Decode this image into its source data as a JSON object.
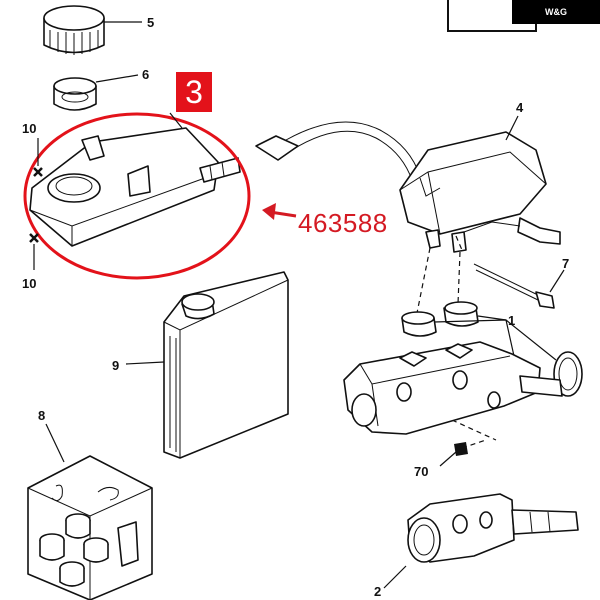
{
  "highlight": {
    "badge": "3",
    "part_number": "463588",
    "accent_color": "#e3121a"
  },
  "watermark": {
    "text": "W&G"
  },
  "callouts": {
    "c1": "1",
    "c2": "2",
    "c4": "4",
    "c5": "5",
    "c6": "6",
    "c7": "7",
    "c8": "8",
    "c9": "9",
    "c10a": "10",
    "c10b": "10",
    "c70": "70"
  }
}
